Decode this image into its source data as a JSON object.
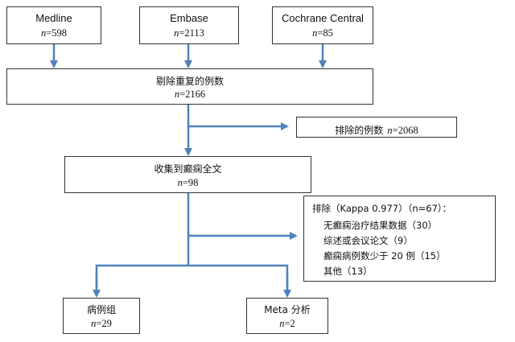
{
  "sources": {
    "medline": {
      "name": "Medline",
      "n": "598"
    },
    "embase": {
      "name": "Embase",
      "n": "2113"
    },
    "cochrane": {
      "name": "Cochrane Central",
      "n": "85"
    }
  },
  "dedup": {
    "title": "剔除重复的例数",
    "n": "2166"
  },
  "excluded_dup": {
    "label": "排除的例数",
    "n": "2068"
  },
  "fulltext": {
    "title": "收集到癫痫全文",
    "n": "98"
  },
  "exclusion": {
    "header": "排除（Kappa 0.977）（n=67）：",
    "reasons": [
      "无癫痫治疗结果数据（30）",
      "综述或会议论文（9）",
      "癫痫病例数少于 20 例（15）",
      "其他（13）"
    ]
  },
  "case_group": {
    "title": "病例组",
    "n": "29"
  },
  "meta": {
    "title": "Meta 分析",
    "n": "2"
  },
  "colors": {
    "arrow": "#4f81bd",
    "border": "#333333"
  }
}
